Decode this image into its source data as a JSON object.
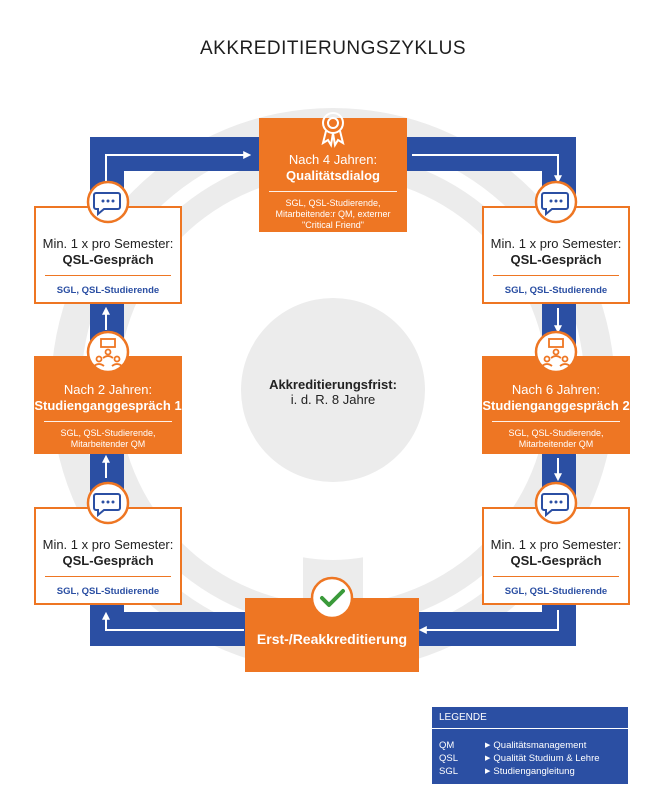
{
  "title": "AKKREDITIERUNGSZYKLUS",
  "colors": {
    "orange": "#ee7623",
    "blue": "#2b4fa3",
    "ring": "#ebebeb",
    "arrow": "#ffffff"
  },
  "center": {
    "line1": "Akkreditierungsfrist:",
    "line2": "i. d. R. 8 Jahre"
  },
  "boxes": {
    "top": {
      "line1": "Nach 4 Jahren:",
      "line2": "Qualitätsdialog",
      "participants": "SGL, QSL-Studierende, Mitarbeitende:r QM, externer \"Critical Friend\"",
      "icon": "award-ribbon-icon"
    },
    "bottom": {
      "line1": "Erst-/Reakkreditierung",
      "icon": "checkmark-icon"
    },
    "left_top": {
      "line1": "Min. 1 x pro Semester:",
      "line2": "QSL-Gespräch",
      "participants": "SGL, QSL-Studierende",
      "icon": "chat-bubble-icon"
    },
    "left_mid": {
      "line1": "Nach 2 Jahren:",
      "line2": "Studienganggespräch 1",
      "participants": "SGL, QSL-Studierende, Mitarbeitender QM",
      "icon": "group-meeting-icon"
    },
    "left_bot": {
      "line1": "Min. 1 x pro Semester:",
      "line2": "QSL-Gespräch",
      "participants": "SGL, QSL-Studierende",
      "icon": "chat-bubble-icon"
    },
    "right_top": {
      "line1": "Min. 1 x pro Semester:",
      "line2": "QSL-Gespräch",
      "participants": "SGL, QSL-Studierende",
      "icon": "chat-bubble-icon"
    },
    "right_mid": {
      "line1": "Nach 6 Jahren:",
      "line2": "Studienganggespräch 2",
      "participants": "SGL, QSL-Studierende, Mitarbeitender QM",
      "icon": "group-meeting-icon"
    },
    "right_bot": {
      "line1": "Min. 1 x pro Semester:",
      "line2": "QSL-Gespräch",
      "participants": "SGL, QSL-Studierende",
      "icon": "chat-bubble-icon"
    }
  },
  "legend": {
    "heading": "LEGENDE",
    "items": [
      {
        "abbr": "QM",
        "meaning": "Qualitätsmanagement"
      },
      {
        "abbr": "QSL",
        "meaning": "Qualität Studium & Lehre"
      },
      {
        "abbr": "SGL",
        "meaning": "Studiengangleitung"
      }
    ]
  }
}
